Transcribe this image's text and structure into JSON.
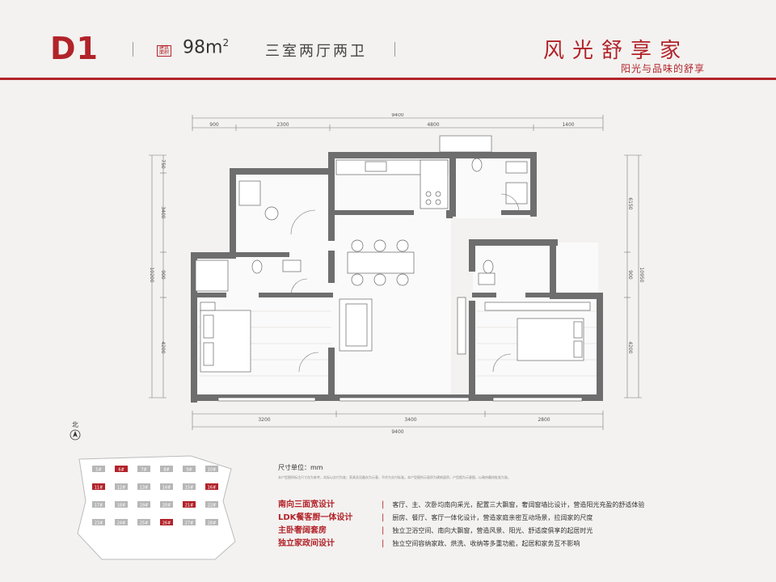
{
  "header": {
    "unit_code": "D1",
    "area_value": "98m",
    "area_unit_sup": "2",
    "layout_type": "三室两厅两卫",
    "slogan": "风光舒享家",
    "subslogan": "阳光与品味的舒享"
  },
  "dimensions": {
    "top_total": "9400",
    "top_segments": [
      "900",
      "2300",
      "4800",
      "1400"
    ],
    "bottom_segments": [
      "3200",
      "3400",
      "2800"
    ],
    "bottom_total": "9400",
    "left_labels": [
      "750",
      "3400",
      "900",
      "4200"
    ],
    "left_total": "10200",
    "right_labels": [
      "6150",
      "900",
      "4200"
    ],
    "right_total": "10950"
  },
  "north_label": "北",
  "unit_label": "尺寸单位：mm",
  "fine_print": "本户型图所标注尺寸仅为参考，实际以交付为准；家具及设备仅为示意，不作为交付标准。本户型图所示面积为建筑面积，户型图为示意图，以政府最终批准为准。",
  "features": [
    {
      "key": "南向三面宽设计",
      "value": "客厅、主、次卧均南向采光，配置三大飘窗，奢阔窗墙比设计，营造阳光充盈的舒适体验"
    },
    {
      "key": "LDK餐客厨一体设计",
      "value": "厨房、餐厅、客厅一体化设计，营造家庭亲密互动场景，拉阔家的尺度"
    },
    {
      "key": "主卧奢阔套房",
      "value": "独立卫浴空间、南向大飘窗，营造风景、阳光、舒适度俱享的起居时光"
    },
    {
      "key": "独立家政间设计",
      "value": "独立空间容纳家政、烘洗、收纳等多重功能，起居和家务互不影响"
    }
  ],
  "keymap_labels": [
    "5#",
    "6#",
    "7#",
    "8#",
    "9#",
    "10#",
    "11#",
    "12#",
    "13#",
    "14#",
    "15#",
    "16#",
    "17#",
    "18#",
    "19#",
    "20#",
    "21#",
    "22#",
    "23#",
    "24#",
    "25#",
    "26#",
    "27#",
    "28#"
  ],
  "colors": {
    "accent": "#b2232a",
    "wall": "#6e6e6e",
    "background": "#f3f2f0"
  }
}
